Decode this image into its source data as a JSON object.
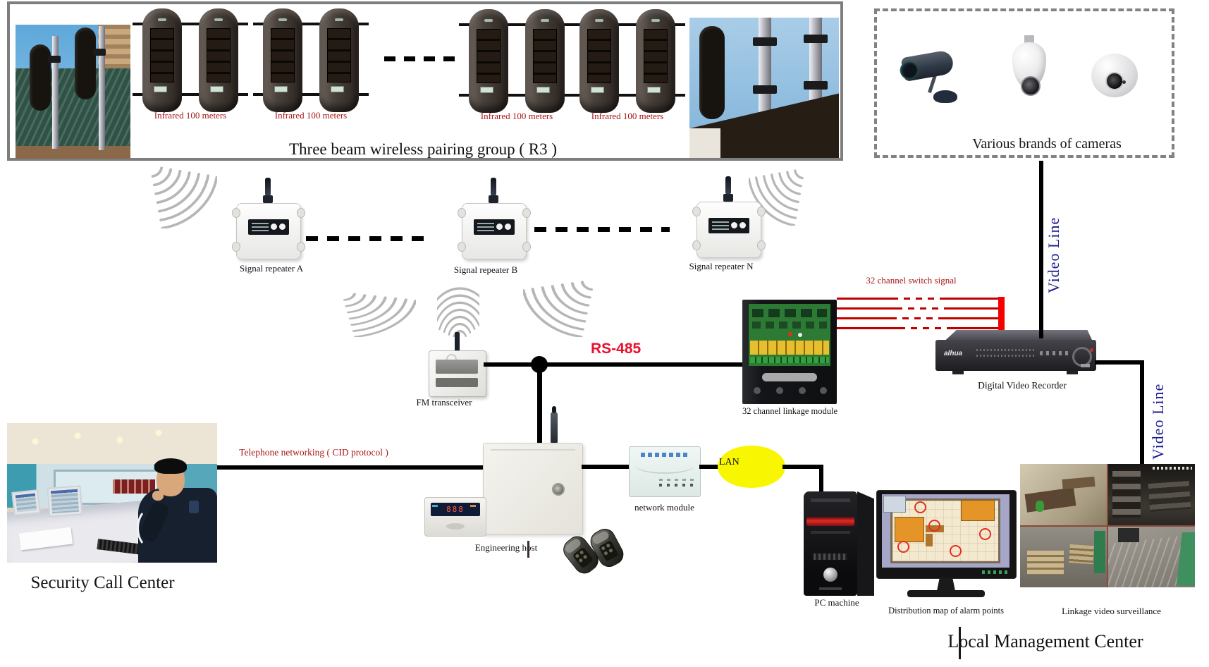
{
  "colors": {
    "accent_dark_red": "#a81616",
    "rs485_red": "#e8112d",
    "signal_line_red": "#c00000",
    "video_line_blue": "#1b1b8e",
    "lan_yellow": "#f8f701",
    "box_border_gray": "#7e7e7e"
  },
  "beam_group": {
    "title": "Three beam wireless pairing group ( R3 )",
    "infrared_labels": [
      "Infrared 100 meters",
      "Infrared 100 meters",
      "Infrared 100 meters",
      "Infrared 100 meters"
    ]
  },
  "camera_box": {
    "title": "Various brands of cameras"
  },
  "repeaters": {
    "a": "Signal repeater A",
    "b": "Signal repeater B",
    "n": "Signal repeater N"
  },
  "fm_transceiver": {
    "label": "FM transceiver"
  },
  "bus": {
    "rs485": "RS-485"
  },
  "linkage_module": {
    "label": "32 channel linkage module",
    "switch_signal": "32 channel switch signal"
  },
  "dvr": {
    "label": "Digital Video Recorder",
    "logo": "alhua"
  },
  "video_lines": {
    "camera_to_dvr": "Video Line",
    "dvr_to_monitor": "Video Line"
  },
  "security_center": {
    "label": "Security Call Center",
    "phone_link": "Telephone networking ( CID protocol )"
  },
  "engineering_host": {
    "label": "Engineering host",
    "keypad_display": "888"
  },
  "network": {
    "module_label": "network module",
    "lan": "LAN"
  },
  "management": {
    "pc": "PC machine",
    "map": "Distribution map of alarm points",
    "surveillance": "Linkage video surveillance",
    "title": "Local Management Center"
  }
}
